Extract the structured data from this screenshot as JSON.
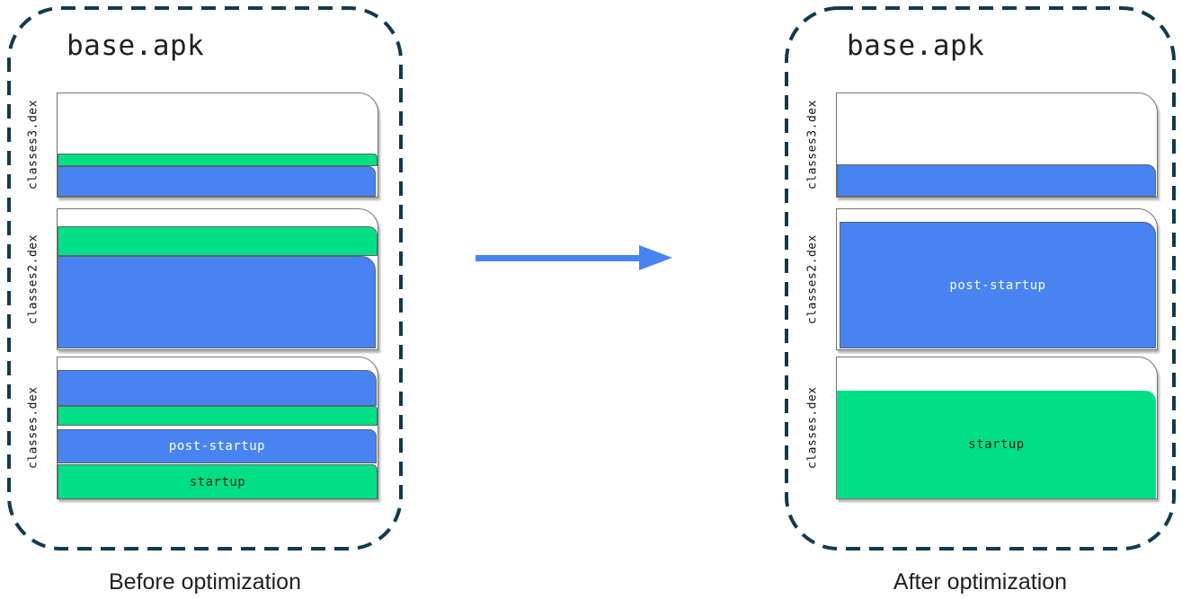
{
  "labels": {
    "post_startup": "post-startup",
    "startup": "startup"
  },
  "colors": {
    "startup_green": "#00df85",
    "post_startup_blue": "#4784f2",
    "arrow_blue": "#4784f2",
    "container_dash": "#113a4e",
    "file_border": "#757575",
    "band_border": "#5f6368",
    "text": "#202124"
  },
  "panels": [
    {
      "title": "base.apk",
      "caption": "Before optimization",
      "files": [
        {
          "name": "classes3.dex",
          "segments": [
            {
              "color": "white",
              "fraction": 0.58,
              "label": ""
            },
            {
              "color": "green",
              "fraction": 0.12,
              "label": ""
            },
            {
              "color": "blue",
              "fraction": 0.3,
              "label": ""
            }
          ]
        },
        {
          "name": "classes2.dex",
          "segments": [
            {
              "color": "white",
              "fraction": 0.13,
              "label": ""
            },
            {
              "color": "green",
              "fraction": 0.21,
              "label": ""
            },
            {
              "color": "blue",
              "fraction": 0.66,
              "label": ""
            }
          ]
        },
        {
          "name": "classes.dex",
          "segments": [
            {
              "color": "white",
              "fraction": 0.1,
              "label": ""
            },
            {
              "color": "blue",
              "fraction": 0.25,
              "label": ""
            },
            {
              "color": "green",
              "fraction": 0.14,
              "label": ""
            },
            {
              "color": "white",
              "fraction": 0.02,
              "label": ""
            },
            {
              "color": "blue",
              "fraction": 0.24,
              "label": "post-startup"
            },
            {
              "color": "green",
              "fraction": 0.25,
              "label": "startup"
            }
          ]
        }
      ]
    },
    {
      "title": "base.apk",
      "caption": "After optimization",
      "files": [
        {
          "name": "classes3.dex",
          "segments": [
            {
              "color": "white",
              "fraction": 0.68,
              "label": ""
            },
            {
              "color": "blue",
              "fraction": 0.32,
              "label": ""
            }
          ]
        },
        {
          "name": "classes2.dex",
          "segments": [
            {
              "color": "white",
              "fraction": 0.1,
              "label": ""
            },
            {
              "color": "blue",
              "fraction": 0.9,
              "label": "post-startup"
            }
          ]
        },
        {
          "name": "classes.dex",
          "segments": [
            {
              "color": "white",
              "fraction": 0.24,
              "label": ""
            },
            {
              "color": "green",
              "fraction": 0.76,
              "label": "startup"
            }
          ]
        }
      ]
    }
  ]
}
